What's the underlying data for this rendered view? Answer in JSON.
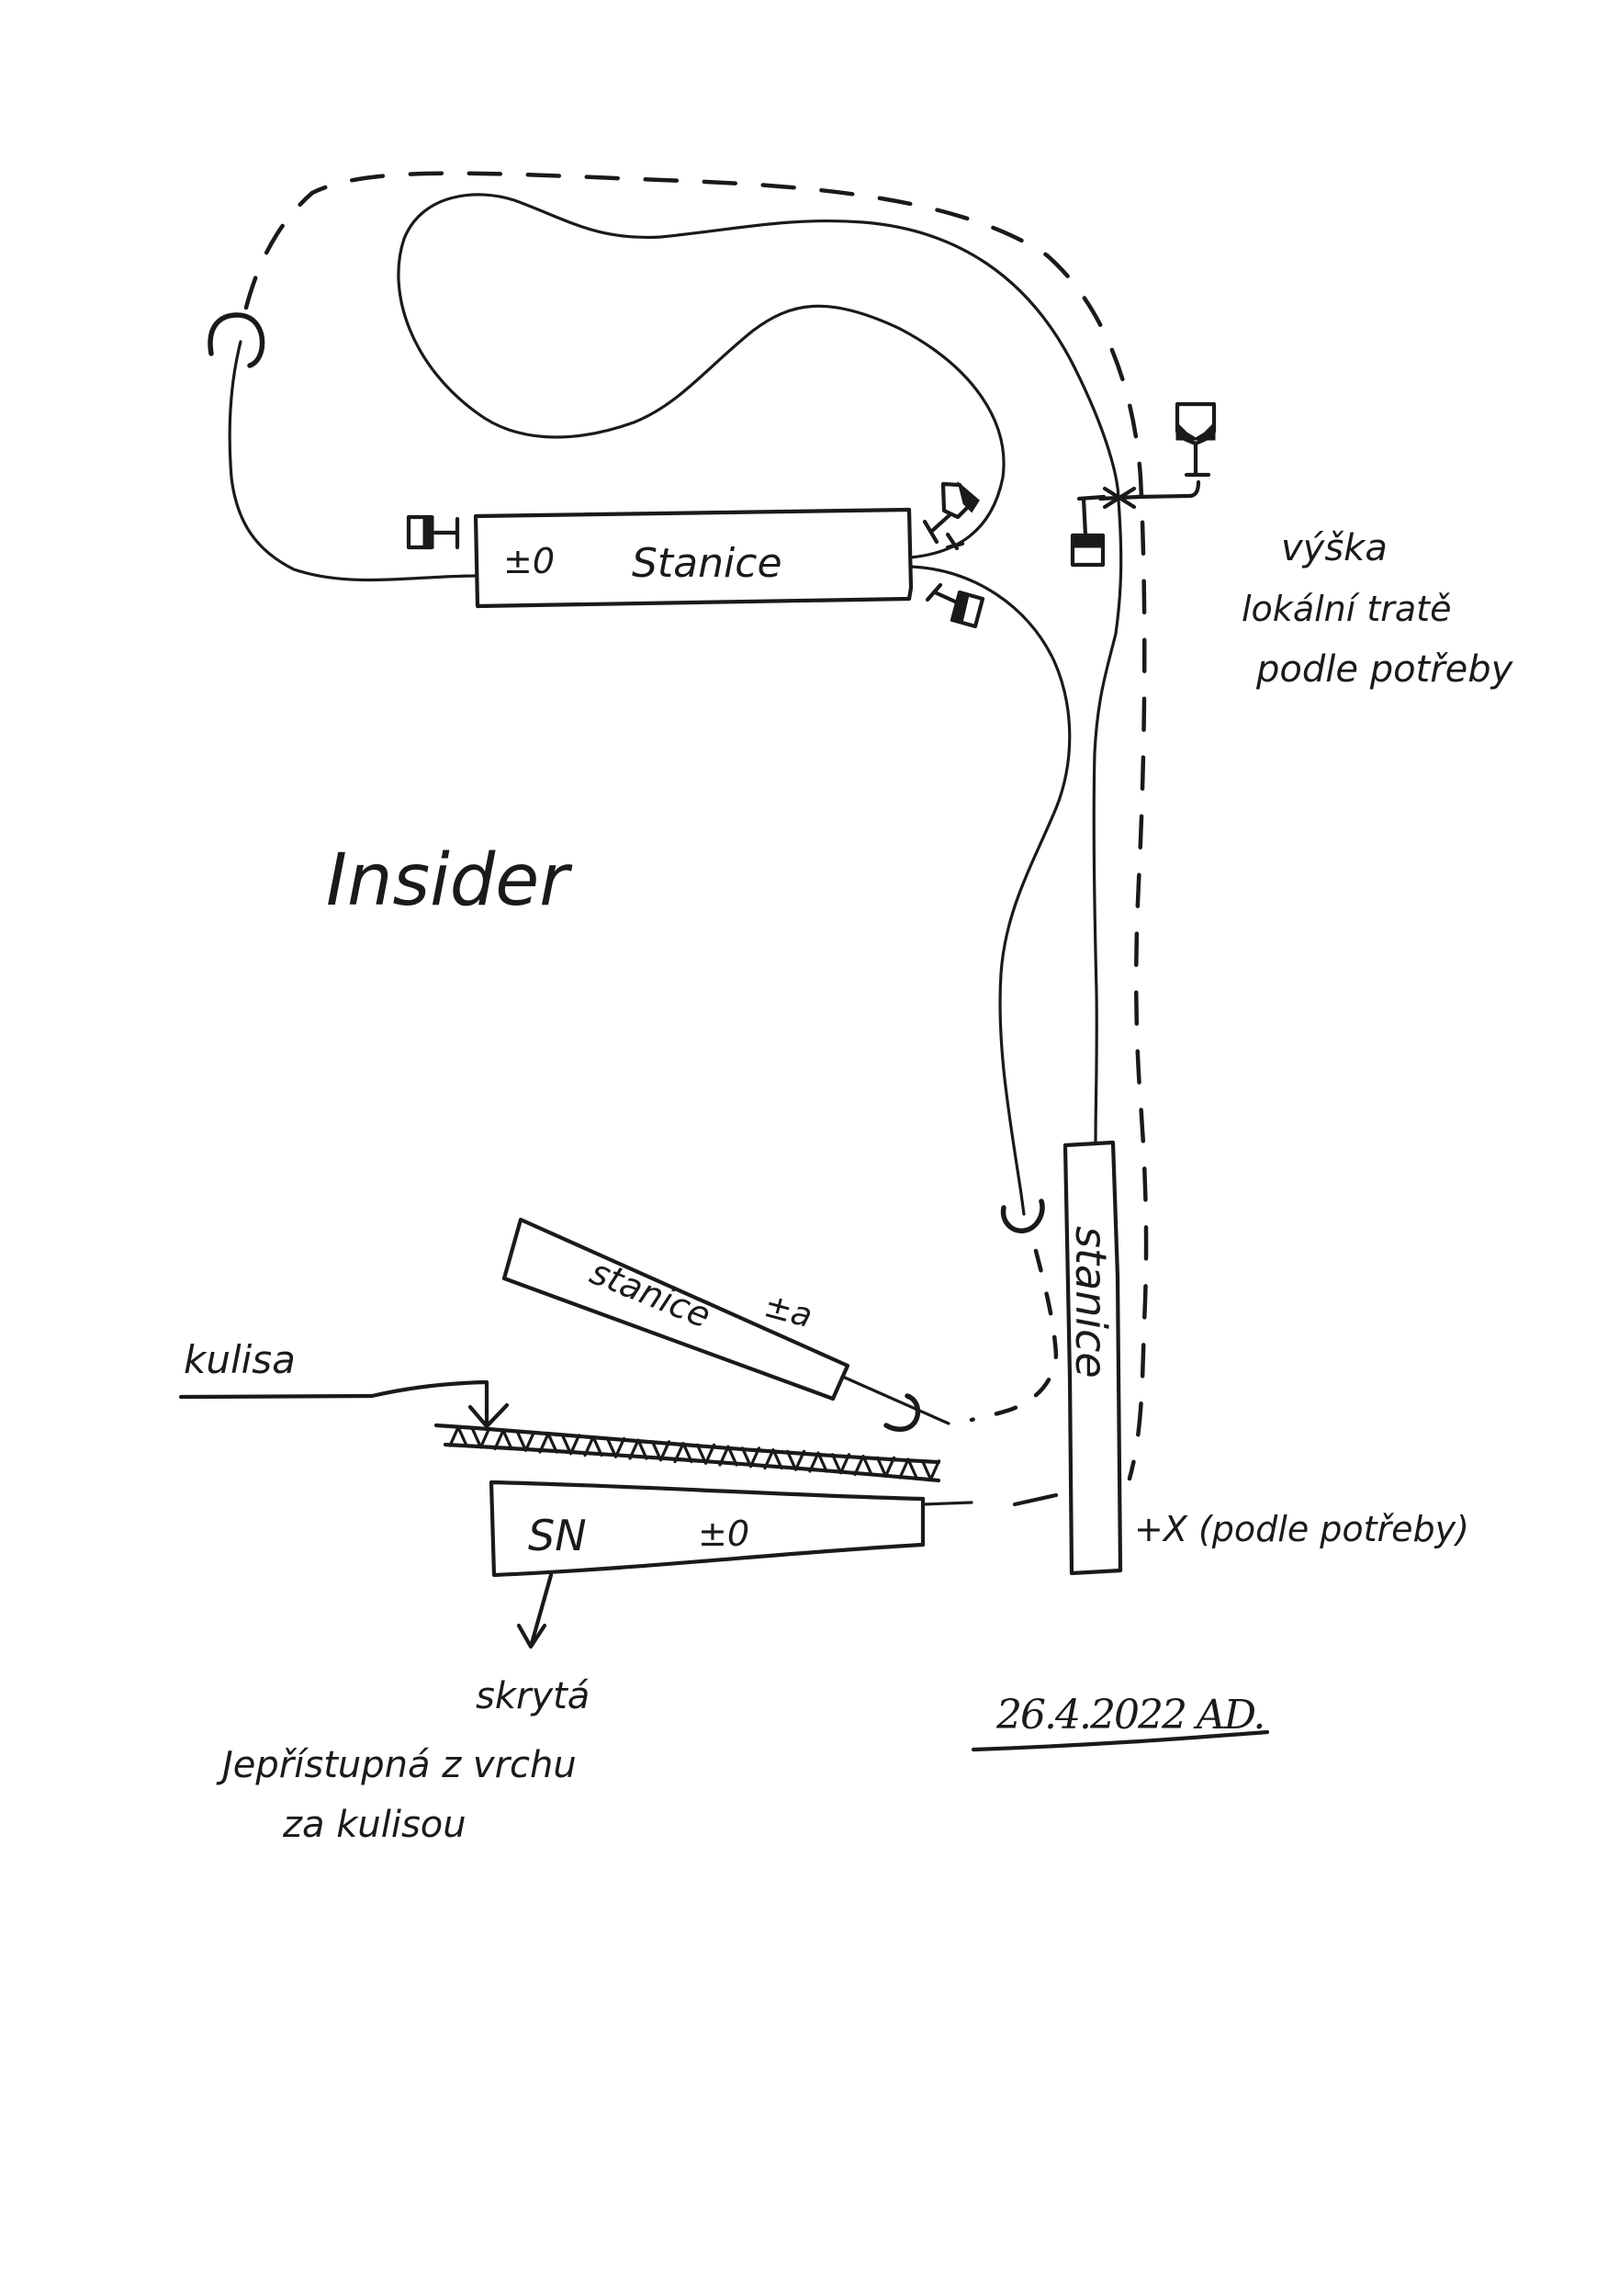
{
  "title": "Insider",
  "stations": {
    "top": {
      "level": "±0",
      "name": "Stanice"
    },
    "angled": {
      "level": "±a",
      "name": "stanice"
    },
    "vertical": {
      "name": "stanice",
      "note": "+X (podle potřeby)"
    },
    "hidden": {
      "name": "SN",
      "level": "±0"
    }
  },
  "labels": {
    "backdrop": "kulisa",
    "local_track_height": [
      "výška",
      "lokální tratě",
      "podle potřeby"
    ],
    "hidden_note": [
      "skrytá",
      "Jepřístupná z vrchu",
      "za kulisou"
    ]
  },
  "signature": "26.4.2022 AD.",
  "colors": {
    "ink": "#1a1a1a",
    "paper": "#ffffff"
  },
  "icons": [
    "signal-icon",
    "track-end-icon",
    "crossing-icon",
    "backdrop-hatch-icon",
    "arrow-down-icon"
  ]
}
